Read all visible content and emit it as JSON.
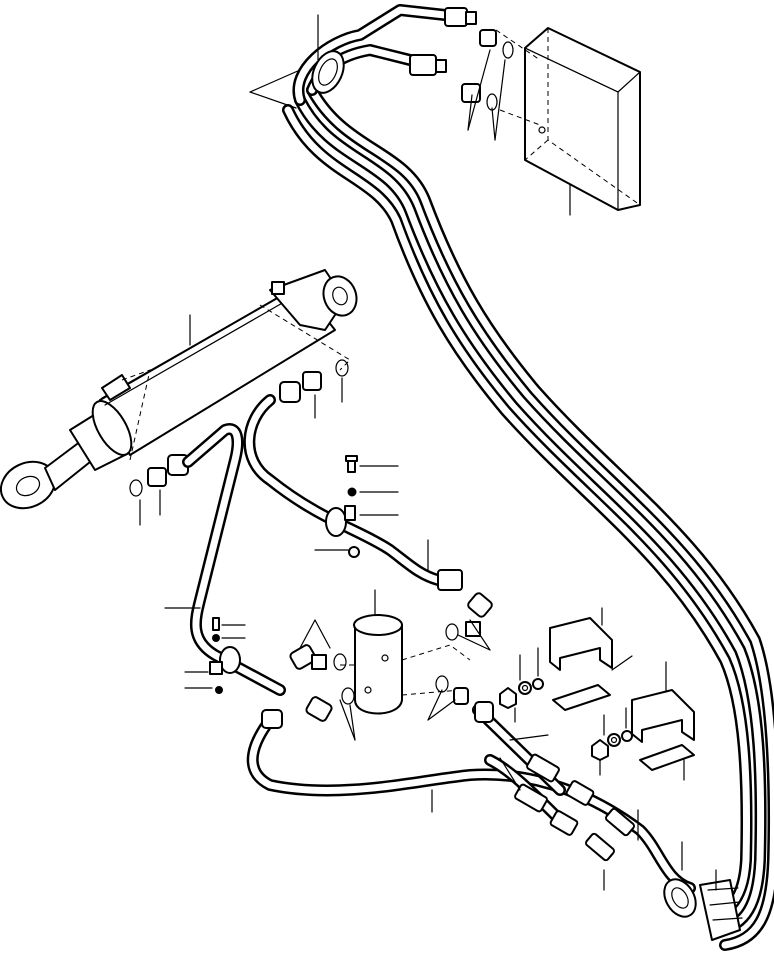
{
  "diagram": {
    "style": "exploded parts illustration, black line art on white",
    "colors": {
      "background": "#ffffff",
      "ink": "#000000"
    },
    "components": [
      "hydraulic-cylinder",
      "control-valve-box",
      "accumulator-canister",
      "mounting-bracket-upper",
      "mounting-bracket-lower",
      "shim-plate-upper",
      "shim-plate-lower",
      "long-hose-bundle",
      "lower-hose-loop",
      "grommet-top",
      "grommet-bottom",
      "hose-clamp-left",
      "hose-clamp-center",
      "quick-coupler-pair"
    ],
    "labels": []
  }
}
